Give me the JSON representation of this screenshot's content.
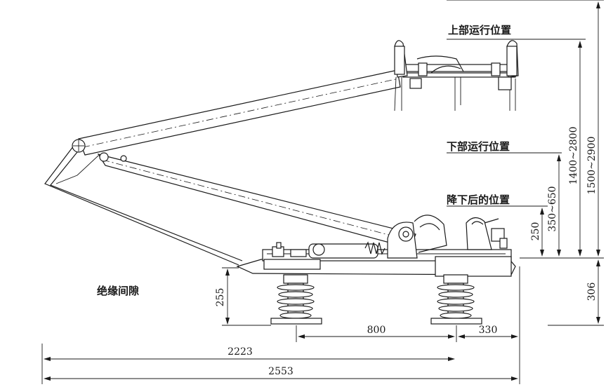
{
  "labels": {
    "upper_position": "上部运行位置",
    "lower_position": "下部运行位置",
    "lowered_position": "降下后的位置",
    "insulation_gap": "绝缘间隙"
  },
  "dimensions": {
    "d_1500_2900": "1500~2900",
    "d_1400_2800": "1400~2800",
    "d_350_650": "350~650",
    "d_250": "250",
    "d_306": "306",
    "d_255": "255",
    "d_800": "800",
    "d_330": "330",
    "d_2223": "2223",
    "d_2553": "2553"
  }
}
